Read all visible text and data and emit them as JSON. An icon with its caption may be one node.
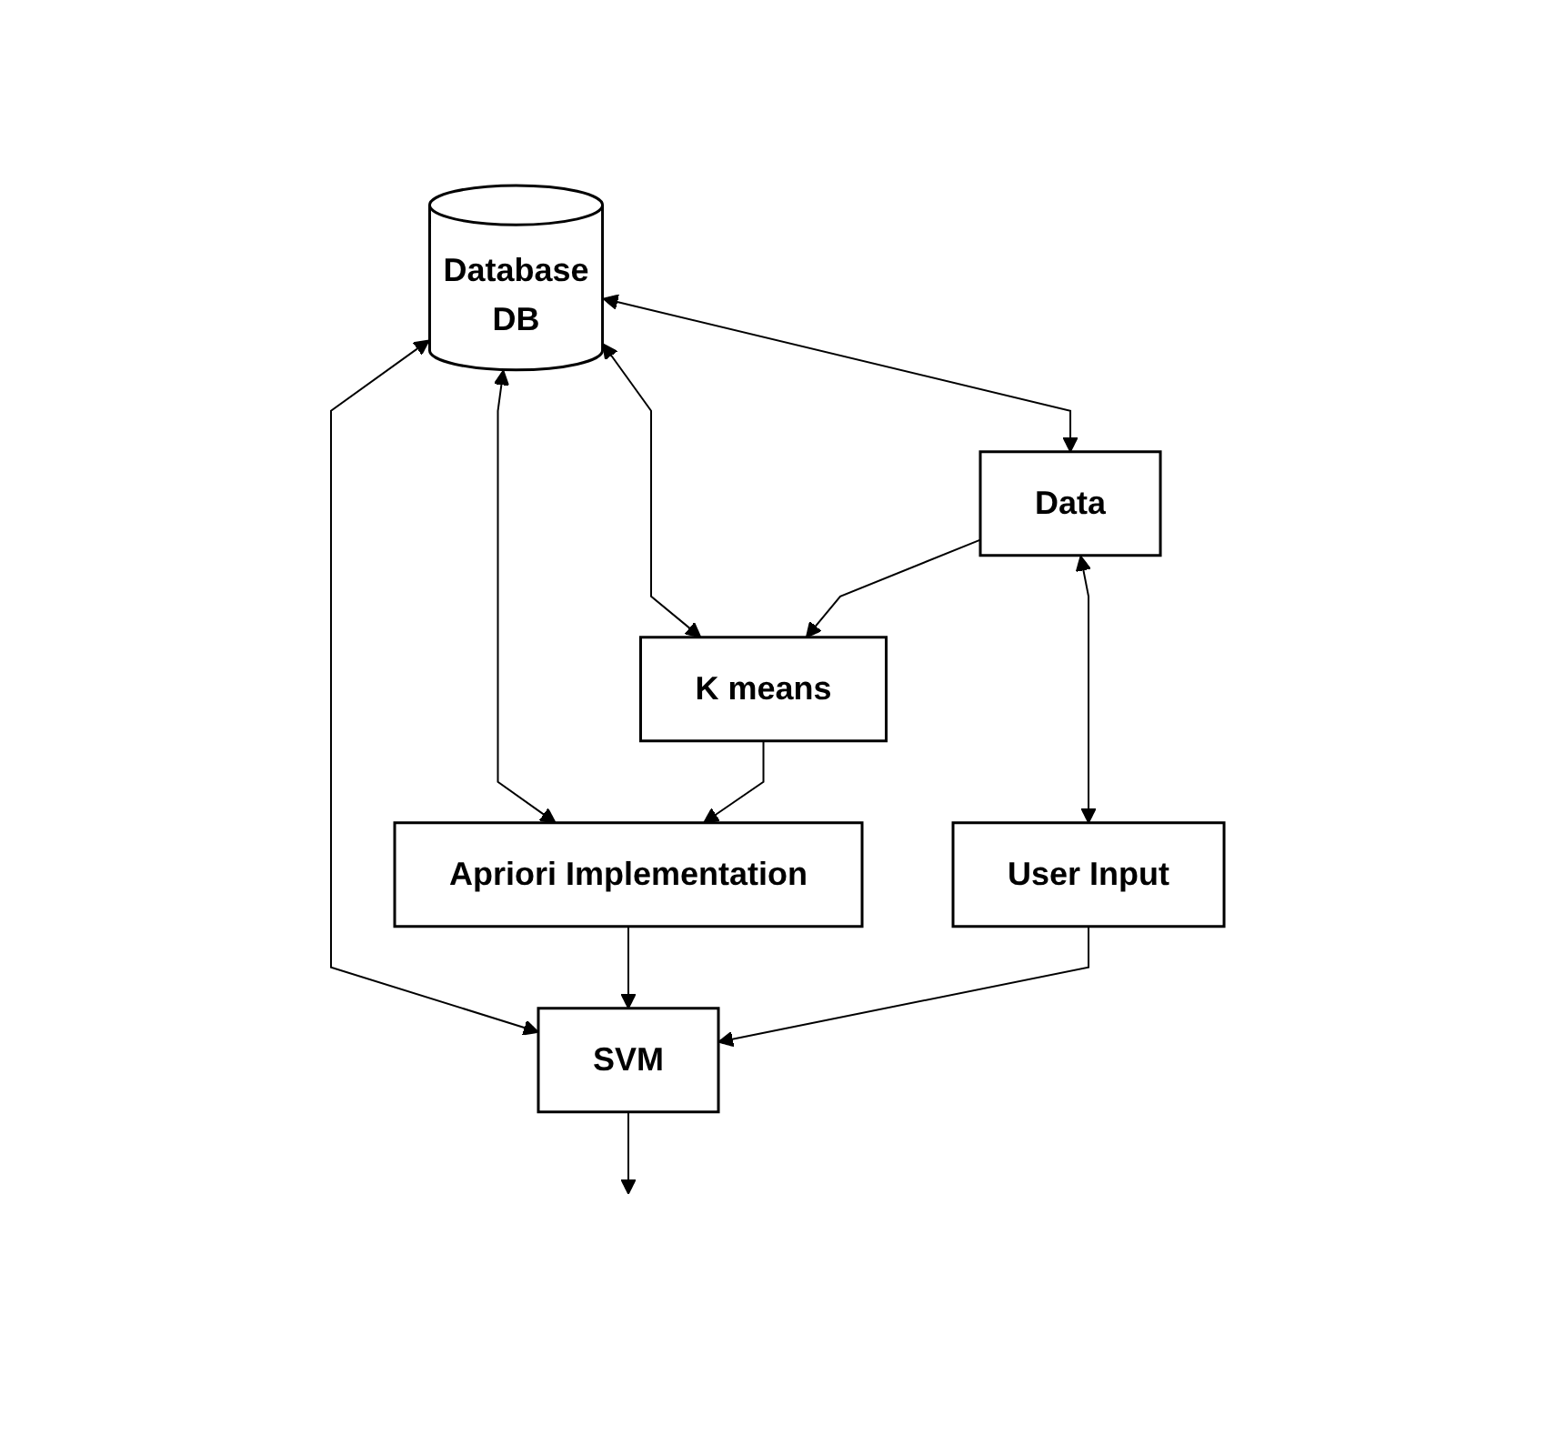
{
  "diagram": {
    "nodes": [
      {
        "text": [
          "Database",
          "DB"
        ]
      },
      {
        "text": [
          "User Input"
        ]
      },
      {
        "text": [
          "Data"
        ]
      },
      {
        "text": [
          "K means"
        ]
      },
      {
        "text": [
          "Apriori Implementation"
        ]
      },
      {
        "text": [
          "SVM"
        ]
      }
    ],
    "edges": [
      {
        "from": 0,
        "to": 2,
        "arrow": "both"
      },
      {
        "from": 0,
        "to": 3,
        "arrow": "both"
      },
      {
        "from": 0,
        "to": 4,
        "arrow": "both"
      },
      {
        "from": 0,
        "to": 5,
        "arrow": "both"
      },
      {
        "from": 2,
        "to": 1,
        "arrow": "both"
      },
      {
        "from": 2,
        "to": 3,
        "arrow": "to"
      },
      {
        "from": 3,
        "to": 4,
        "arrow": "to"
      },
      {
        "from": 4,
        "to": 5,
        "arrow": "to"
      },
      {
        "from": 1,
        "to": 5,
        "arrow": "to"
      },
      {
        "from": 5,
        "to": null,
        "arrow": "to"
      }
    ]
  }
}
